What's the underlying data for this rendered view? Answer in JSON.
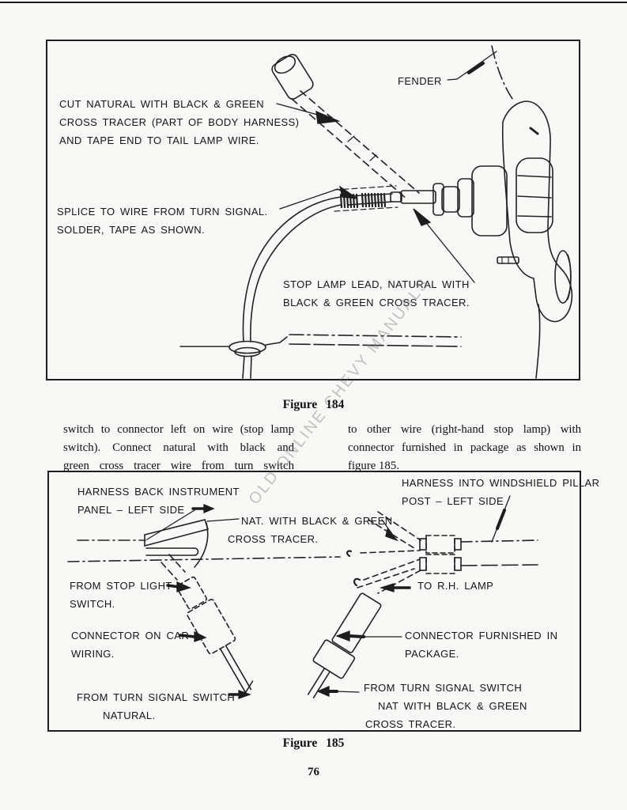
{
  "page": {
    "number": "76",
    "watermark": "OLD ONLINE CHEVY MANUALS"
  },
  "figure184": {
    "caption": "Figure 184",
    "labels": {
      "fender": "FENDER",
      "cut_natural": [
        "CUT NATURAL WITH BLACK & GREEN",
        "CROSS TRACER (PART OF BODY HARNESS)",
        "AND TAPE END TO TAIL LAMP WIRE."
      ],
      "splice": [
        "SPLICE TO WIRE FROM TURN SIGNAL.",
        "SOLDER, TAPE AS SHOWN."
      ],
      "stop_lamp": [
        "STOP LAMP LEAD, NATURAL WITH",
        "BLACK & GREEN CROSS TRACER."
      ]
    }
  },
  "body_text": {
    "left": [
      "switch to connector left on wire (stop lamp",
      "switch). Connect natural with black and",
      "green cross tracer wire from turn switch"
    ],
    "right": [
      "to other wire (right-hand stop lamp) with",
      "connector furnished in package as shown in",
      "figure 185."
    ]
  },
  "figure185": {
    "caption": "Figure 185",
    "labels": {
      "harness_back": [
        "HARNESS BACK INSTRUMENT",
        "PANEL – LEFT SIDE"
      ],
      "nat_tracer": [
        "NAT. WITH BLACK & GREEN",
        "CROSS TRACER."
      ],
      "windshield": [
        "HARNESS INTO WINDSHIELD PILLAR",
        "POST – LEFT SIDE"
      ],
      "stop_light": [
        "FROM STOP LIGHT",
        "SWITCH."
      ],
      "to_rh_lamp": "TO R.H. LAMP",
      "connector_car": [
        "CONNECTOR ON CAR",
        "WIRING."
      ],
      "connector_pkg": [
        "CONNECTOR FURNISHED IN",
        "PACKAGE."
      ],
      "turn_signal_left": [
        "FROM TURN SIGNAL SWITCH",
        "NATURAL."
      ],
      "turn_signal_right": [
        "FROM TURN SIGNAL SWITCH",
        "NAT WITH BLACK & GREEN",
        "CROSS TRACER."
      ]
    }
  }
}
